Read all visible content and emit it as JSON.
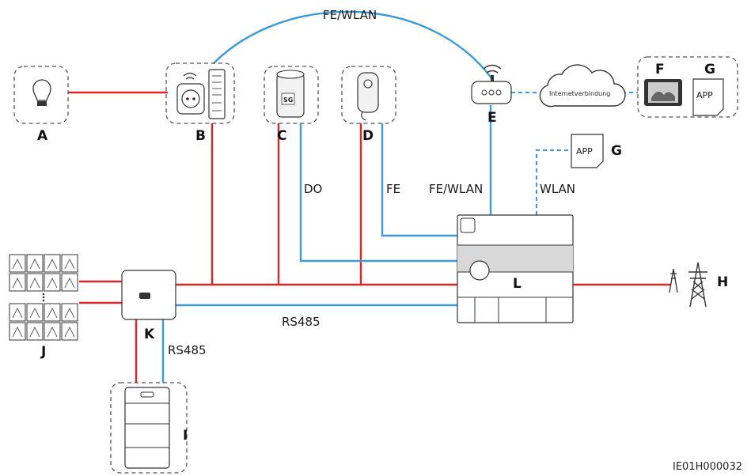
{
  "nodes": {
    "a": "A",
    "b": "B",
    "c": "C",
    "d": "D",
    "e": "E",
    "f": "F",
    "g1": "G",
    "g2": "G",
    "h": "H",
    "i": "I",
    "j": "J",
    "k": "K",
    "l": "L"
  },
  "links": {
    "fe_wlan_top": "FE/WLAN",
    "fe_wlan": "FE/WLAN",
    "do": "DO",
    "fe": "FE",
    "wlan": "WLAN",
    "rs485_main": "RS485",
    "rs485_battery": "RS485"
  },
  "cloud_label": "Internetverbindung",
  "app_label_1": "APP",
  "app_label_2": "APP",
  "sg_label": "SG",
  "figure_code": "IE01H000032",
  "colors": {
    "power": "#d9262c",
    "communication": "#3d9ad6"
  }
}
